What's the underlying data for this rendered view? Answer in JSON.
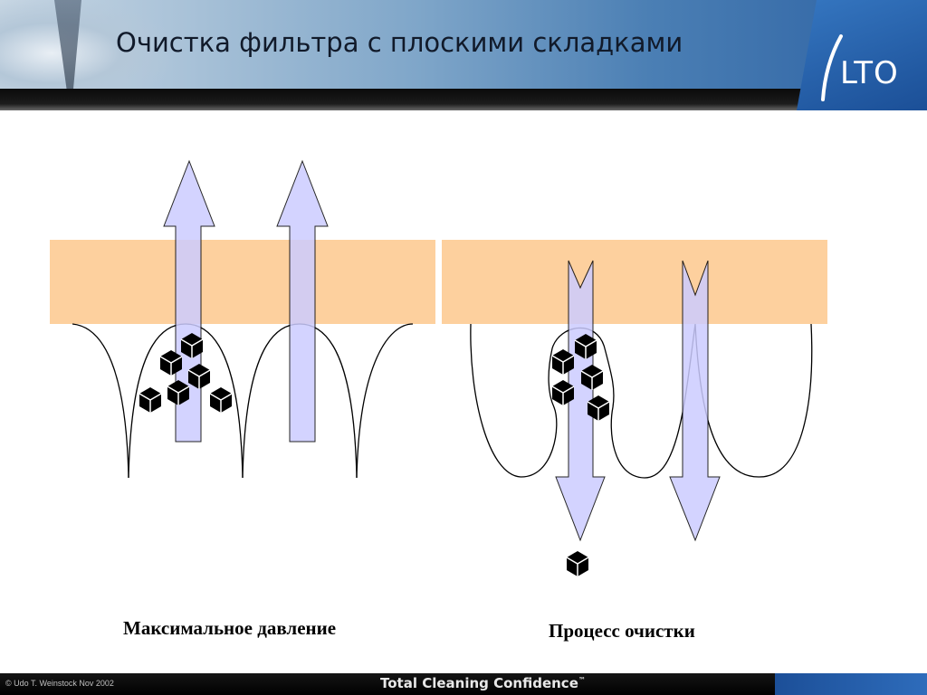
{
  "slide": {
    "title": "Очистка фильтра с плоскими складками",
    "logo": "LTO",
    "captions": {
      "left": "Максимальное давление",
      "right": "Процесс очистки"
    },
    "footer": {
      "copyright": "© Udo T. Weinstock Nov 2002",
      "tagline": "Total Cleaning Confidence",
      "trademark": "™"
    }
  },
  "colors": {
    "filter_band": "#fdd09e",
    "arrow_fill": "#ccccff",
    "particle": "#000000",
    "logo_panel": "#2a63ad"
  },
  "icons": {
    "particle": "cube-particle-icon",
    "airflow_up": "arrow-up-icon",
    "airflow_down": "arrow-down-icon"
  }
}
